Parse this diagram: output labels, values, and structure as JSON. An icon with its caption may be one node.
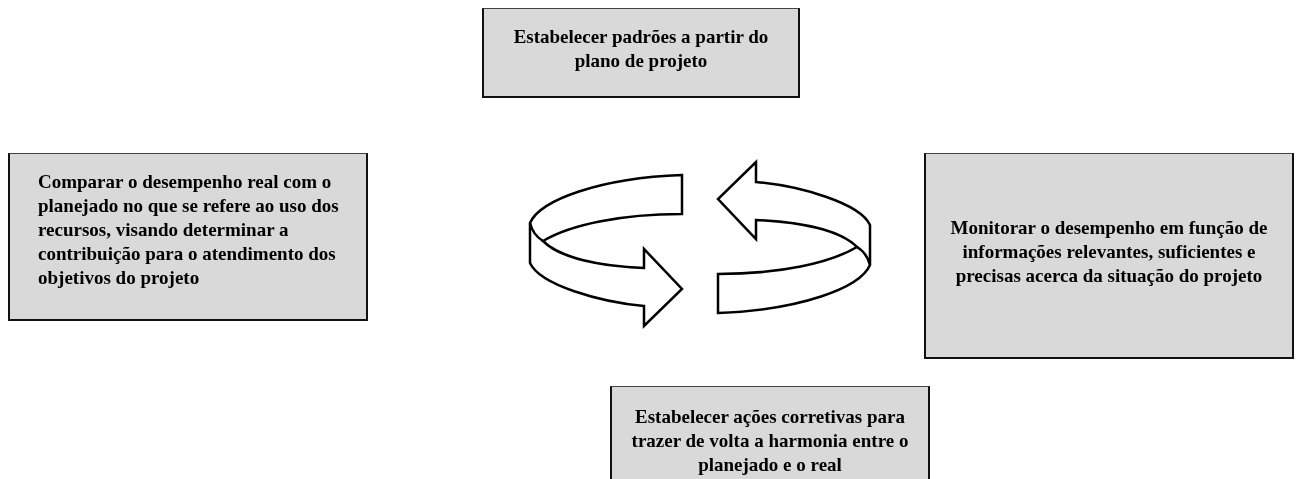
{
  "diagram": {
    "nodes": [
      {
        "text": [
          "Estabelecer padrões a partir do plano de projeto"
        ]
      },
      {
        "text": [
          "Comparar o desempenho real com o planejado no que se refere ao uso dos recursos, visando determinar a contribuição para o atendimento dos objetivos do projeto"
        ]
      },
      {
        "text": [
          "Monitorar o desempenho em função de informações relevantes, suficientes e precisas acerca da situação do projeto"
        ]
      },
      {
        "text": [
          "Estabelecer ações corretivas para trazer de volta a harmonia entre o planejado e o real"
        ]
      }
    ]
  }
}
